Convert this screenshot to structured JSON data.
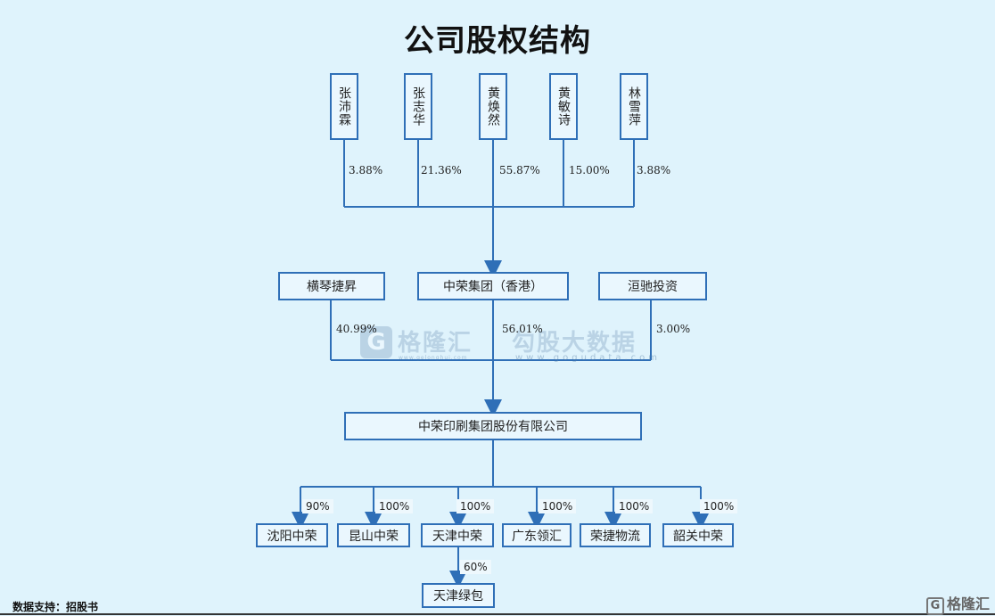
{
  "title": "公司股权结构",
  "shareholders": [
    {
      "name": "张沛霖",
      "pct": "3.88%"
    },
    {
      "name": "张志华",
      "pct": "21.36%"
    },
    {
      "name": "黄焕然",
      "pct": "55.87%"
    },
    {
      "name": "黄敏诗",
      "pct": "15.00%"
    },
    {
      "name": "林雪萍",
      "pct": "3.88%"
    }
  ],
  "middle": [
    {
      "name": "横琴捷昇",
      "pct": "40.99%"
    },
    {
      "name": "中荣集团（香港）",
      "pct": "56.01%"
    },
    {
      "name": "洹驰投资",
      "pct": "3.00%"
    }
  ],
  "company": "中荣印刷集团股份有限公司",
  "subsidiaries": [
    {
      "name": "沈阳中荣",
      "pct": "90%"
    },
    {
      "name": "昆山中荣",
      "pct": "100%"
    },
    {
      "name": "天津中荣",
      "pct": "100%"
    },
    {
      "name": "广东领汇",
      "pct": "100%"
    },
    {
      "name": "荣捷物流",
      "pct": "100%"
    },
    {
      "name": "韶关中荣",
      "pct": "100%"
    }
  ],
  "grandchild": {
    "name": "天津绿包",
    "pct": "60%"
  },
  "watermark": {
    "brand": "格隆汇",
    "brand_url": "www.gelonghui.com",
    "product": "勾股大数据",
    "url": "www.gogudata.com"
  },
  "footer": "数据支持：招股书",
  "corner_brand": "格隆汇",
  "colors": {
    "line": "#2f6fb7",
    "background": "#dff3fc"
  }
}
